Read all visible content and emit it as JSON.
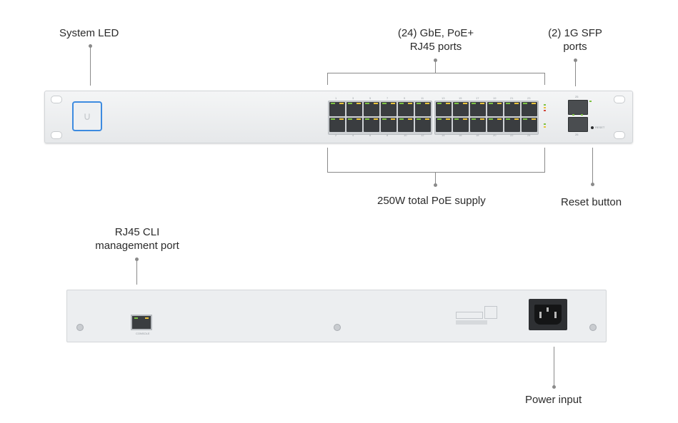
{
  "callouts": {
    "system_led": "System LED",
    "poe_ports_line1": "(24) GbE, PoE+",
    "poe_ports_line2": "RJ45 ports",
    "sfp_line1": "(2) 1G SFP",
    "sfp_line2": "ports",
    "poe_supply": "250W total PoE supply",
    "reset": "Reset button",
    "cli_line1": "RJ45 CLI",
    "cli_line2": "management port",
    "power": "Power input"
  },
  "device": {
    "top_port_numbers": [
      "1",
      "3",
      "5",
      "7",
      "9",
      "11",
      "13",
      "15",
      "17",
      "19",
      "21",
      "23"
    ],
    "bottom_port_numbers": [
      "2",
      "4",
      "6",
      "8",
      "10",
      "12",
      "14",
      "16",
      "18",
      "20",
      "22",
      "24"
    ],
    "sfp_top_number": "25",
    "sfp_bottom_number": "26",
    "reset_text": "RESET",
    "console_text": "CONSOLE"
  },
  "colors": {
    "system_led_ring": "#3d8be0",
    "link_led": "#7dc242",
    "activity_led": "#e8c43a",
    "leader_line": "#8a8a8a"
  }
}
